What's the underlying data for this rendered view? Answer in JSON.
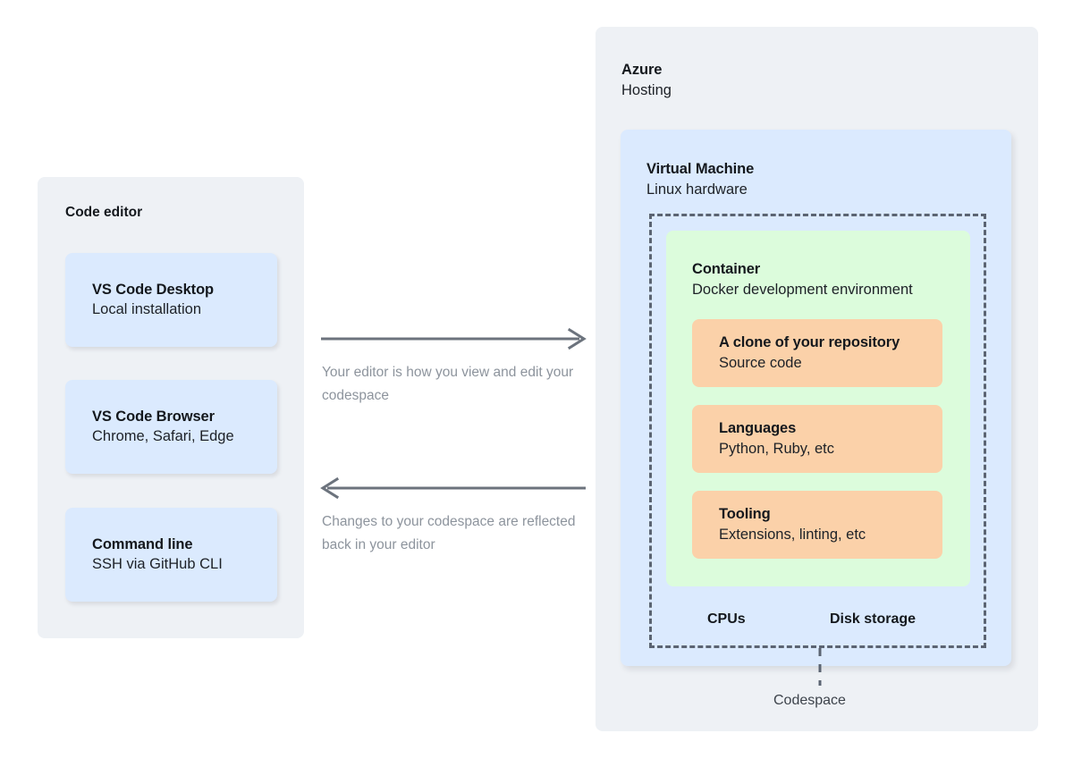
{
  "left_panel": {
    "heading": "Code editor",
    "cards": [
      {
        "title": "VS Code Desktop",
        "subtitle": "Local installation"
      },
      {
        "title": "VS Code Browser",
        "subtitle": "Chrome, Safari, Edge"
      },
      {
        "title": "Command line",
        "subtitle": "SSH via GitHub CLI"
      }
    ]
  },
  "arrows": [
    {
      "direction": "right",
      "caption": "Your editor is how you view and edit your codespace"
    },
    {
      "direction": "left",
      "caption": "Changes to your codespace are reflected back in your editor"
    }
  ],
  "right_panel": {
    "heading": "Azure",
    "subheading": "Hosting",
    "virtual_machine": {
      "title": "Virtual Machine",
      "subtitle": "Linux hardware",
      "container": {
        "title": "Container",
        "subtitle": "Docker development environment",
        "items": [
          {
            "title": "A clone of your repository",
            "subtitle": "Source code"
          },
          {
            "title": "Languages",
            "subtitle": "Python, Ruby, etc"
          },
          {
            "title": "Tooling",
            "subtitle": "Extensions, linting, etc"
          }
        ]
      },
      "resources": [
        "CPUs",
        "Disk storage"
      ]
    },
    "codespace_label": "Codespace"
  },
  "colors": {
    "panel_background": "#eef1f5",
    "card_blue": "#dbeafe",
    "card_green": "#dcfcdc",
    "card_orange": "#fbd1a9",
    "dashed_border": "#5b6472",
    "arrow": "#6c737d",
    "caption_text": "#8d949d",
    "heading_text": "#14181d"
  }
}
